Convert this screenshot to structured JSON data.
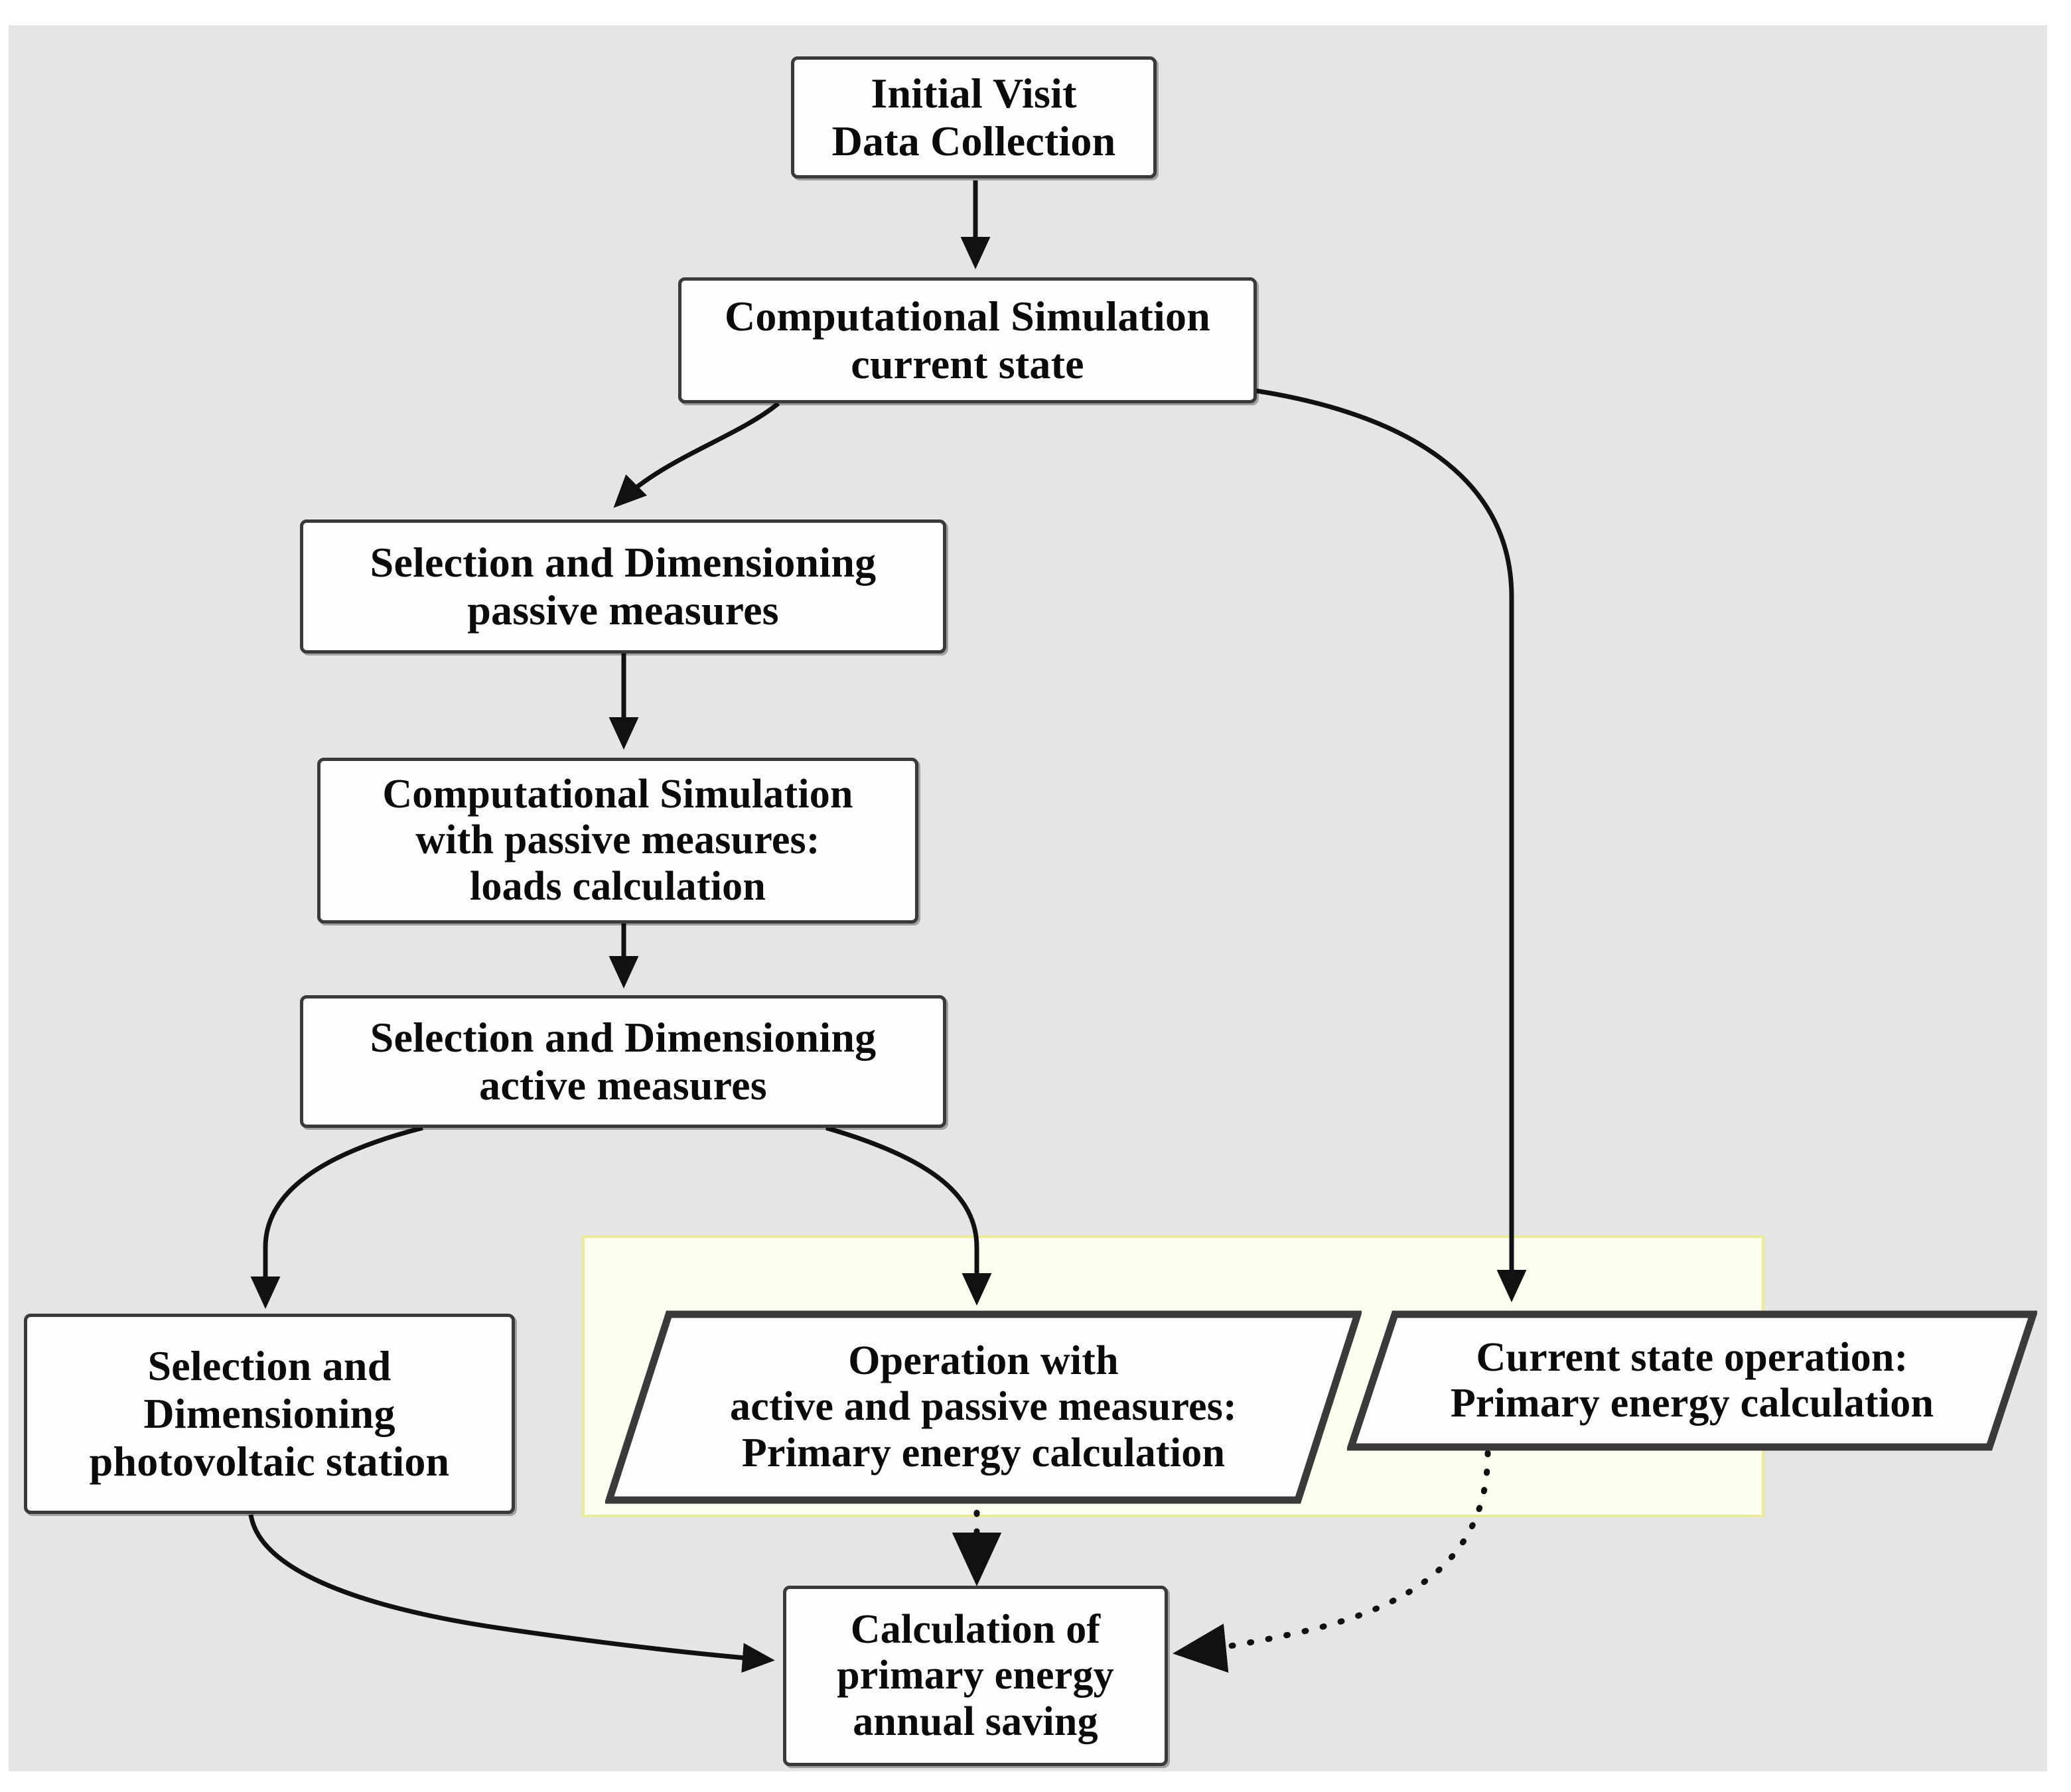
{
  "diagram": {
    "title_present": false,
    "type": "flowchart",
    "background_color": "#e4e5e4",
    "node_fill": "#fdfdfd",
    "node_stroke": "#3a3a3a",
    "highlight_fill": "#fdfeef",
    "highlight_stroke": "#e9ea9a",
    "nodes": [
      {
        "id": "initial-visit",
        "shape": "rounded-rectangle",
        "lines": [
          "Initial Visit",
          "Data Collection"
        ]
      },
      {
        "id": "simulation-current-state",
        "shape": "rounded-rectangle",
        "lines": [
          "Computational Simulation",
          "current state"
        ]
      },
      {
        "id": "selection-passive",
        "shape": "rounded-rectangle",
        "lines": [
          "Selection and Dimensioning",
          "passive measures"
        ]
      },
      {
        "id": "simulation-passive",
        "shape": "rounded-rectangle",
        "lines": [
          "Computational Simulation",
          "with passive measures:",
          "loads calculation"
        ]
      },
      {
        "id": "selection-active",
        "shape": "rounded-rectangle",
        "lines": [
          "Selection and Dimensioning",
          "active measures"
        ]
      },
      {
        "id": "selection-photovoltaic",
        "shape": "rounded-rectangle",
        "lines": [
          "Selection and",
          "Dimensioning",
          "photovoltaic station"
        ]
      },
      {
        "id": "operation-active-passive",
        "shape": "parallelogram",
        "lines": [
          "Operation with",
          "active and passive measures:",
          "Primary energy calculation"
        ]
      },
      {
        "id": "current-state-operation",
        "shape": "parallelogram",
        "lines": [
          "Current state operation:",
          "Primary energy calculation"
        ]
      },
      {
        "id": "annual-saving",
        "shape": "rounded-rectangle",
        "lines": [
          "Calculation of",
          "primary energy",
          "annual saving"
        ]
      }
    ],
    "edges": [
      {
        "from": "initial-visit",
        "to": "simulation-current-state",
        "style": "solid",
        "arrow": true
      },
      {
        "from": "simulation-current-state",
        "to": "selection-passive",
        "style": "solid",
        "arrow": true
      },
      {
        "from": "simulation-current-state",
        "to": "current-state-operation",
        "style": "solid",
        "arrow": true
      },
      {
        "from": "selection-passive",
        "to": "simulation-passive",
        "style": "solid",
        "arrow": true
      },
      {
        "from": "simulation-passive",
        "to": "selection-active",
        "style": "solid",
        "arrow": true
      },
      {
        "from": "selection-active",
        "to": "selection-photovoltaic",
        "style": "solid",
        "arrow": true
      },
      {
        "from": "selection-active",
        "to": "operation-active-passive",
        "style": "solid",
        "arrow": true
      },
      {
        "from": "selection-photovoltaic",
        "to": "annual-saving",
        "style": "solid",
        "arrow": true
      },
      {
        "from": "operation-active-passive",
        "to": "annual-saving",
        "style": "dotted",
        "arrow": true
      },
      {
        "from": "current-state-operation",
        "to": "annual-saving",
        "style": "dotted",
        "arrow": true
      }
    ]
  }
}
